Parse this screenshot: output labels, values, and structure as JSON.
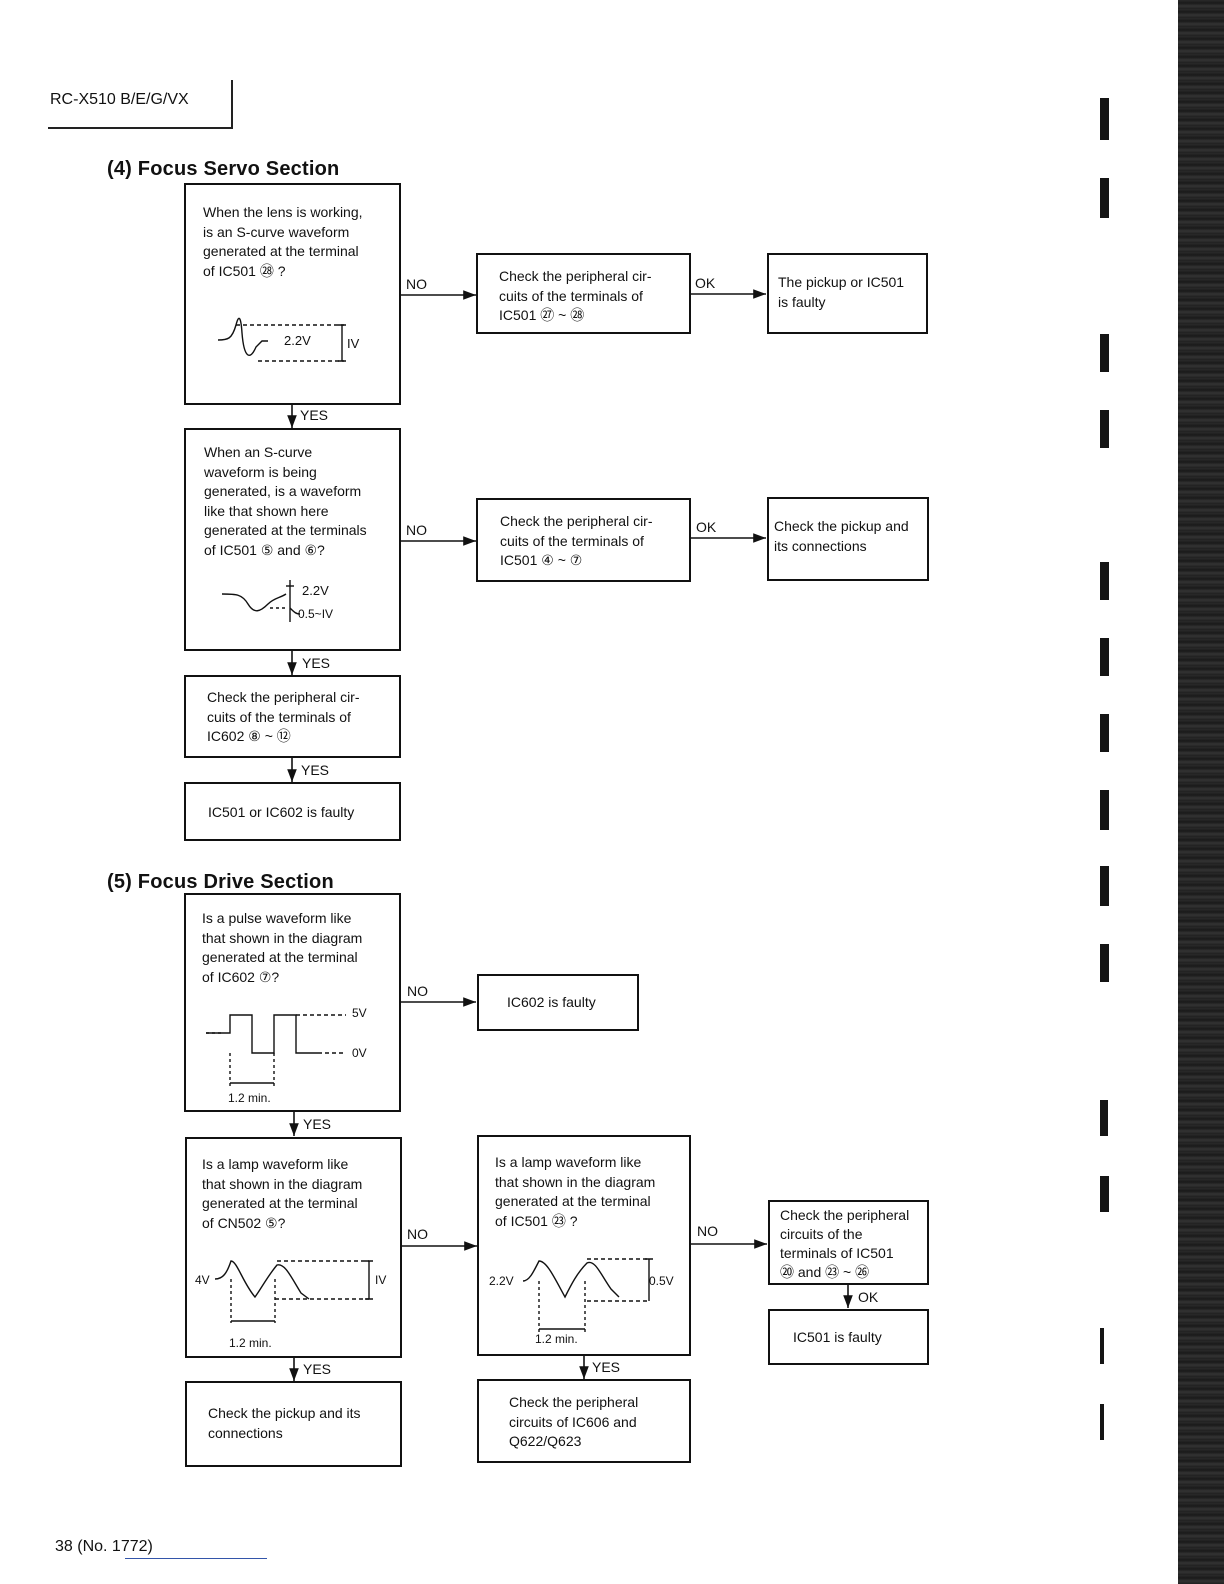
{
  "header": {
    "model": "RC-X510 B/E/G/VX"
  },
  "footer": {
    "page": "38 (No. 1772)"
  },
  "section4": {
    "title": "(4) Focus Servo Section",
    "q1": "When the lens is working,\nis an S-curve waveform\ngenerated at the terminal\nof IC501 ㉘ ?",
    "q1_wave_level": "2.2V",
    "q1_wave_amp": "IV",
    "q1_no": "NO",
    "check1": "Check the peripheral cir-\ncuits of the terminals of\nIC501 ㉗ ~ ㉘",
    "check1_ok": "OK",
    "result1": "The pickup or IC501\nis faulty",
    "q1_yes": "YES",
    "q2": "When an S-curve\nwaveform is being\ngenerated, is a waveform\nlike that shown here\ngenerated at the terminals\nof IC501 ⑤ and ⑥?",
    "q2_wave_level": "2.2V",
    "q2_wave_amp": "0.5~IV",
    "q2_no": "NO",
    "check2": "Check the peripheral cir-\ncuits of the terminals of\nIC501 ④ ~ ⑦",
    "check2_ok": "OK",
    "result2": "Check the pickup and\nits connections",
    "q2_yes": "YES",
    "check3": "Check the peripheral cir-\ncuits of the terminals of\nIC602 ⑧ ~ ⑫",
    "check3_yes": "YES",
    "result3": "IC501 or IC602 is faulty"
  },
  "section5": {
    "title": "(5) Focus Drive Section",
    "q1": "Is a pulse waveform like\nthat shown in the diagram\ngenerated at the terminal\nof IC602 ⑦?",
    "q1_wave_high": "5V",
    "q1_wave_low": "0V",
    "q1_wave_period": "1.2 min.",
    "q1_no": "NO",
    "result1": "IC602 is faulty",
    "q1_yes": "YES",
    "q2": "Is a lamp waveform like\nthat shown in the diagram\ngenerated at the terminal\nof CN502 ⑤?",
    "q2_wave_level": "4V",
    "q2_wave_amp": "IV",
    "q2_wave_period": "1.2 min.",
    "q2_no": "NO",
    "q2_yes": "YES",
    "result2": "Check the pickup and its\nconnections",
    "q3": "Is a lamp waveform like\nthat shown in the diagram\ngenerated at the terminal\nof IC501 ㉓ ?",
    "q3_wave_level": "2.2V",
    "q3_wave_amp": "0.5V",
    "q3_wave_period": "1.2 min.",
    "q3_no": "NO",
    "q3_yes": "YES",
    "check3": "Check the peripheral\ncircuits of IC606 and\nQ622/Q623",
    "check4": "Check the peripheral\ncircuits of the\nterminals of IC501\n⑳ and ㉓ ~ ㉖",
    "check4_ok": "OK",
    "result4": "IC501 is faulty"
  }
}
